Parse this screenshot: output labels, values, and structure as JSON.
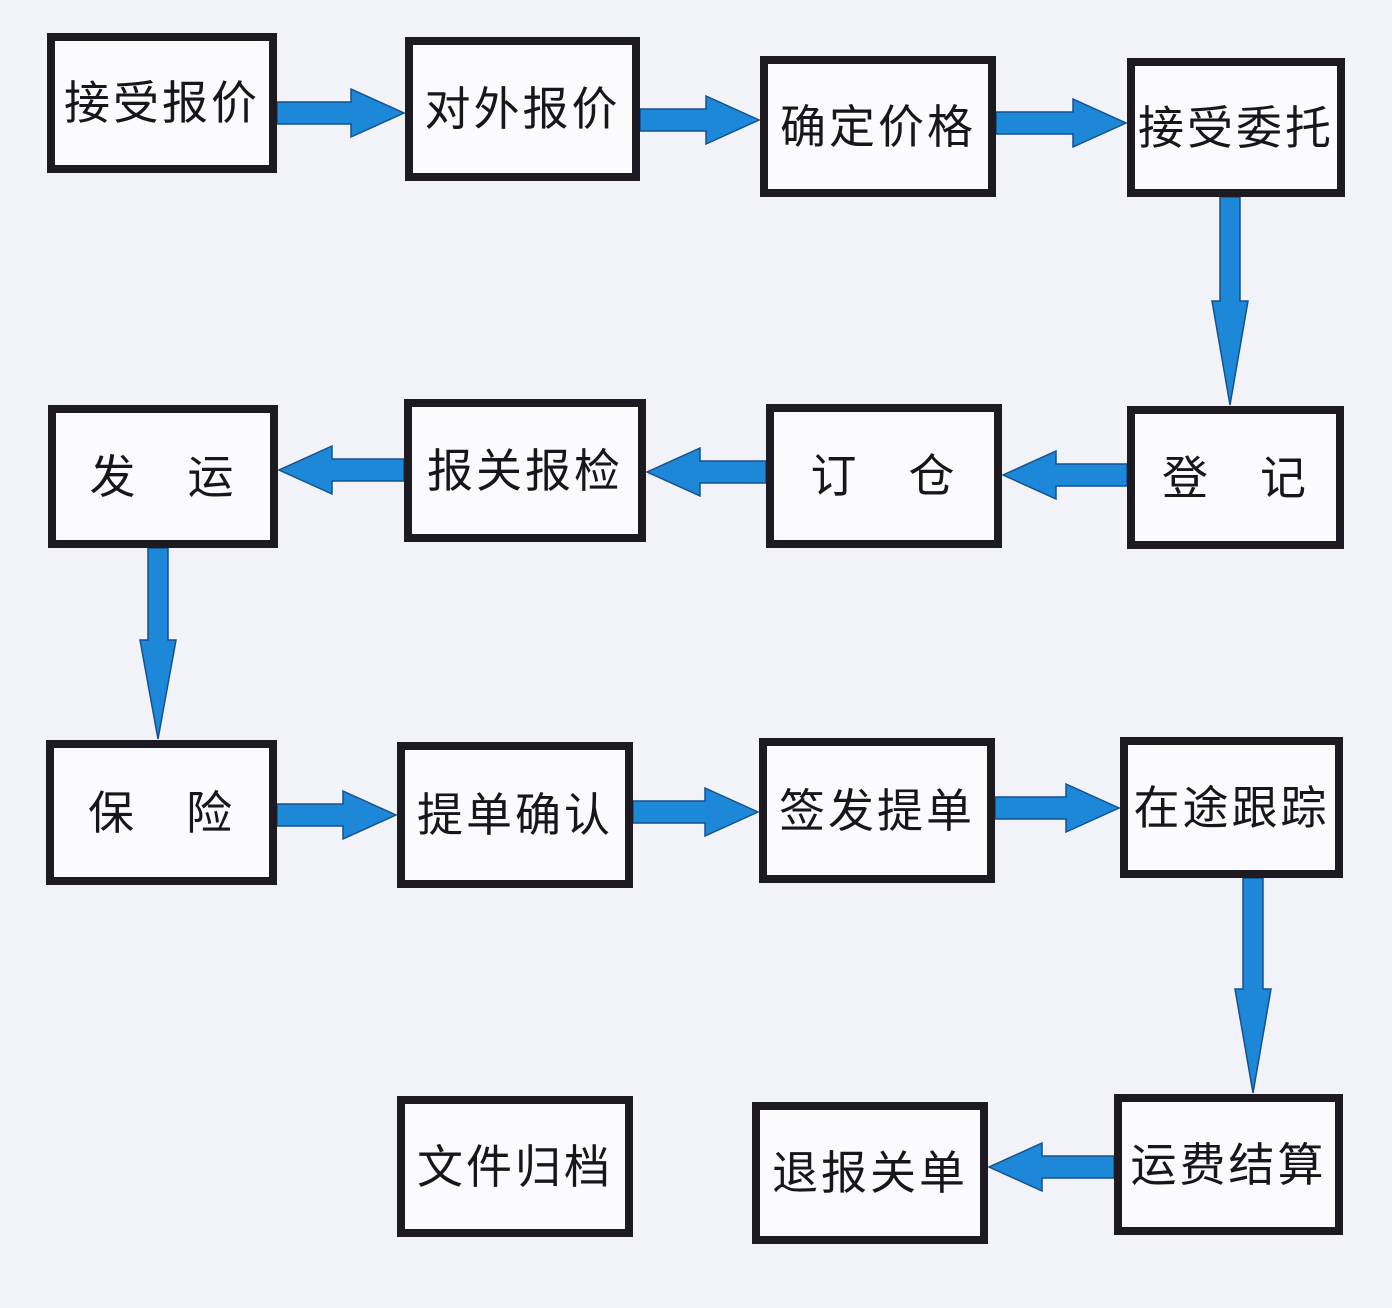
{
  "diagram": {
    "background_color": "#f2f3f8",
    "box_fill_color": "#fbfbfd",
    "box_border_color": "#1e1a22",
    "arrow_color": "#1d87d8",
    "arrow_edge_color": "#15518f",
    "nodes": [
      {
        "id": "accept-quote",
        "label": "接受报价"
      },
      {
        "id": "external-quote",
        "label": "对外报价"
      },
      {
        "id": "determine-price",
        "label": "确定价格"
      },
      {
        "id": "accept-entrust",
        "label": "接受委托"
      },
      {
        "id": "register",
        "label": "登　记"
      },
      {
        "id": "book-space",
        "label": "订　仓"
      },
      {
        "id": "customs-declaration-inspection",
        "label": "报关报检"
      },
      {
        "id": "dispatch",
        "label": "发　运"
      },
      {
        "id": "insurance",
        "label": "保　险"
      },
      {
        "id": "bl-confirmation",
        "label": "提单确认"
      },
      {
        "id": "issue-bl",
        "label": "签发提单"
      },
      {
        "id": "in-transit-tracking",
        "label": "在途跟踪"
      },
      {
        "id": "freight-settlement",
        "label": "运费结算"
      },
      {
        "id": "return-customs-form",
        "label": "退报关单"
      },
      {
        "id": "file-archiving",
        "label": "文件归档"
      }
    ],
    "edges": [
      {
        "from": "accept-quote",
        "to": "external-quote",
        "direction": "right"
      },
      {
        "from": "external-quote",
        "to": "determine-price",
        "direction": "right"
      },
      {
        "from": "determine-price",
        "to": "accept-entrust",
        "direction": "right"
      },
      {
        "from": "accept-entrust",
        "to": "register",
        "direction": "down"
      },
      {
        "from": "register",
        "to": "book-space",
        "direction": "left"
      },
      {
        "from": "book-space",
        "to": "customs-declaration-inspection",
        "direction": "left"
      },
      {
        "from": "customs-declaration-inspection",
        "to": "dispatch",
        "direction": "left"
      },
      {
        "from": "dispatch",
        "to": "insurance",
        "direction": "down"
      },
      {
        "from": "insurance",
        "to": "bl-confirmation",
        "direction": "right"
      },
      {
        "from": "bl-confirmation",
        "to": "issue-bl",
        "direction": "right"
      },
      {
        "from": "issue-bl",
        "to": "in-transit-tracking",
        "direction": "right"
      },
      {
        "from": "in-transit-tracking",
        "to": "freight-settlement",
        "direction": "down"
      },
      {
        "from": "freight-settlement",
        "to": "return-customs-form",
        "direction": "left"
      },
      {
        "from": "return-customs-form",
        "to": "file-archiving",
        "direction": "left"
      }
    ]
  }
}
